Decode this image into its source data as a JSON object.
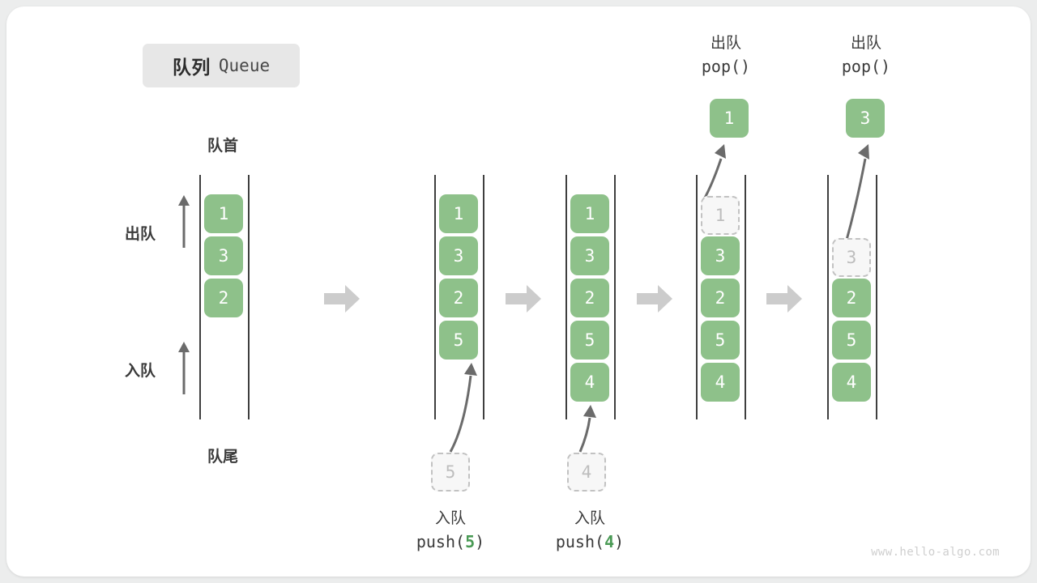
{
  "title": {
    "cn": "队列",
    "en": "Queue"
  },
  "labels": {
    "front": "队首",
    "rear": "队尾",
    "dequeue": "出队",
    "enqueue": "入队"
  },
  "colors": {
    "cell_green": "#8ec18a",
    "ghost_fill": "#f7f7f7",
    "ghost_border": "#c2c2c2",
    "rail": "#3f3f3f",
    "arrow_grey": "#cccccc",
    "curve_arrow": "#666666",
    "text_dark": "#3a3a3a",
    "code_green": "#4a9a55",
    "badge_bg": "#e7e7e7",
    "watermark": "#cfcfcf"
  },
  "steps": [
    {
      "id": "step-initial",
      "cells": [
        "1",
        "3",
        "2"
      ],
      "ghost_in_channel": null,
      "ghost_below": null,
      "popped": null,
      "op_cn": null,
      "op_code": null
    },
    {
      "id": "step-push-5",
      "cells": [
        "1",
        "3",
        "2",
        "5"
      ],
      "ghost_in_channel": null,
      "ghost_below": "5",
      "popped": null,
      "op_cn": "入队",
      "op_code": "push(5)",
      "op_code_pre": "push(",
      "op_code_num": "5",
      "op_code_post": ")"
    },
    {
      "id": "step-push-4",
      "cells": [
        "1",
        "3",
        "2",
        "5",
        "4"
      ],
      "ghost_in_channel": null,
      "ghost_below": "4",
      "popped": null,
      "op_cn": "入队",
      "op_code": "push(4)",
      "op_code_pre": "push(",
      "op_code_num": "4",
      "op_code_post": ")"
    },
    {
      "id": "step-pop-1",
      "cells": [
        "3",
        "2",
        "5",
        "4"
      ],
      "ghost_in_channel": "1",
      "ghost_slot": 0,
      "ghost_below": null,
      "popped": "1",
      "op_cn": "出队",
      "op_code": "pop()",
      "op_code_pre": "pop(",
      "op_code_num": "",
      "op_code_post": ")"
    },
    {
      "id": "step-pop-3",
      "cells": [
        "2",
        "5",
        "4"
      ],
      "ghost_in_channel": "3",
      "ghost_slot": 1,
      "ghost_below": null,
      "popped": "3",
      "op_cn": "出队",
      "op_code": "pop()",
      "op_code_pre": "pop(",
      "op_code_num": "",
      "op_code_post": ")"
    }
  ],
  "step_arrow_count": 4,
  "watermark": "www.hello-algo.com"
}
